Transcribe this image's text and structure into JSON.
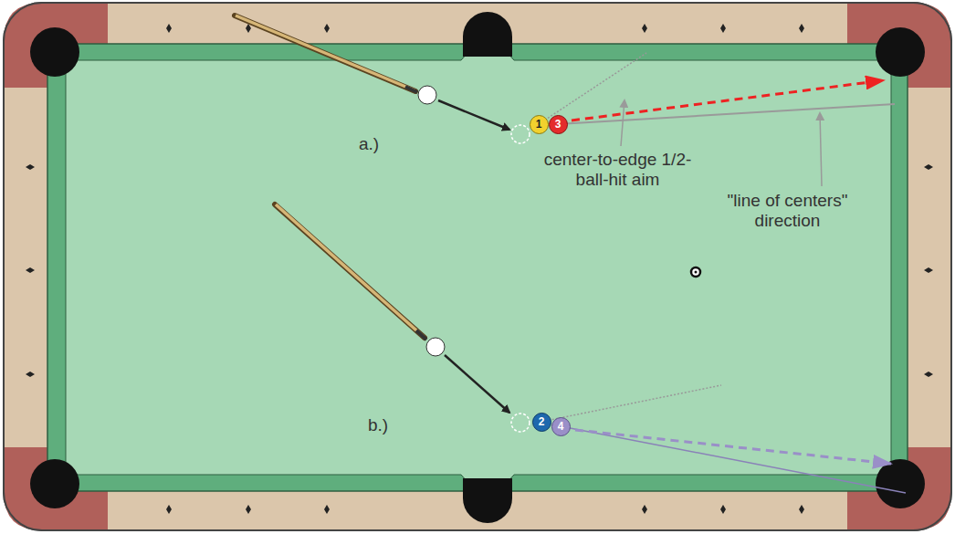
{
  "diagram": {
    "nodes": [
      {
        "text": [
          "1"
        ]
      },
      {
        "text": [
          "3"
        ]
      },
      {
        "text": [
          "2"
        ]
      },
      {
        "text": [
          "4"
        ]
      }
    ],
    "labels": [
      "a.)",
      "center-to-edge 1/2-ball-hit aim",
      "\"line of centers\" direction",
      "b.)"
    ]
  }
}
